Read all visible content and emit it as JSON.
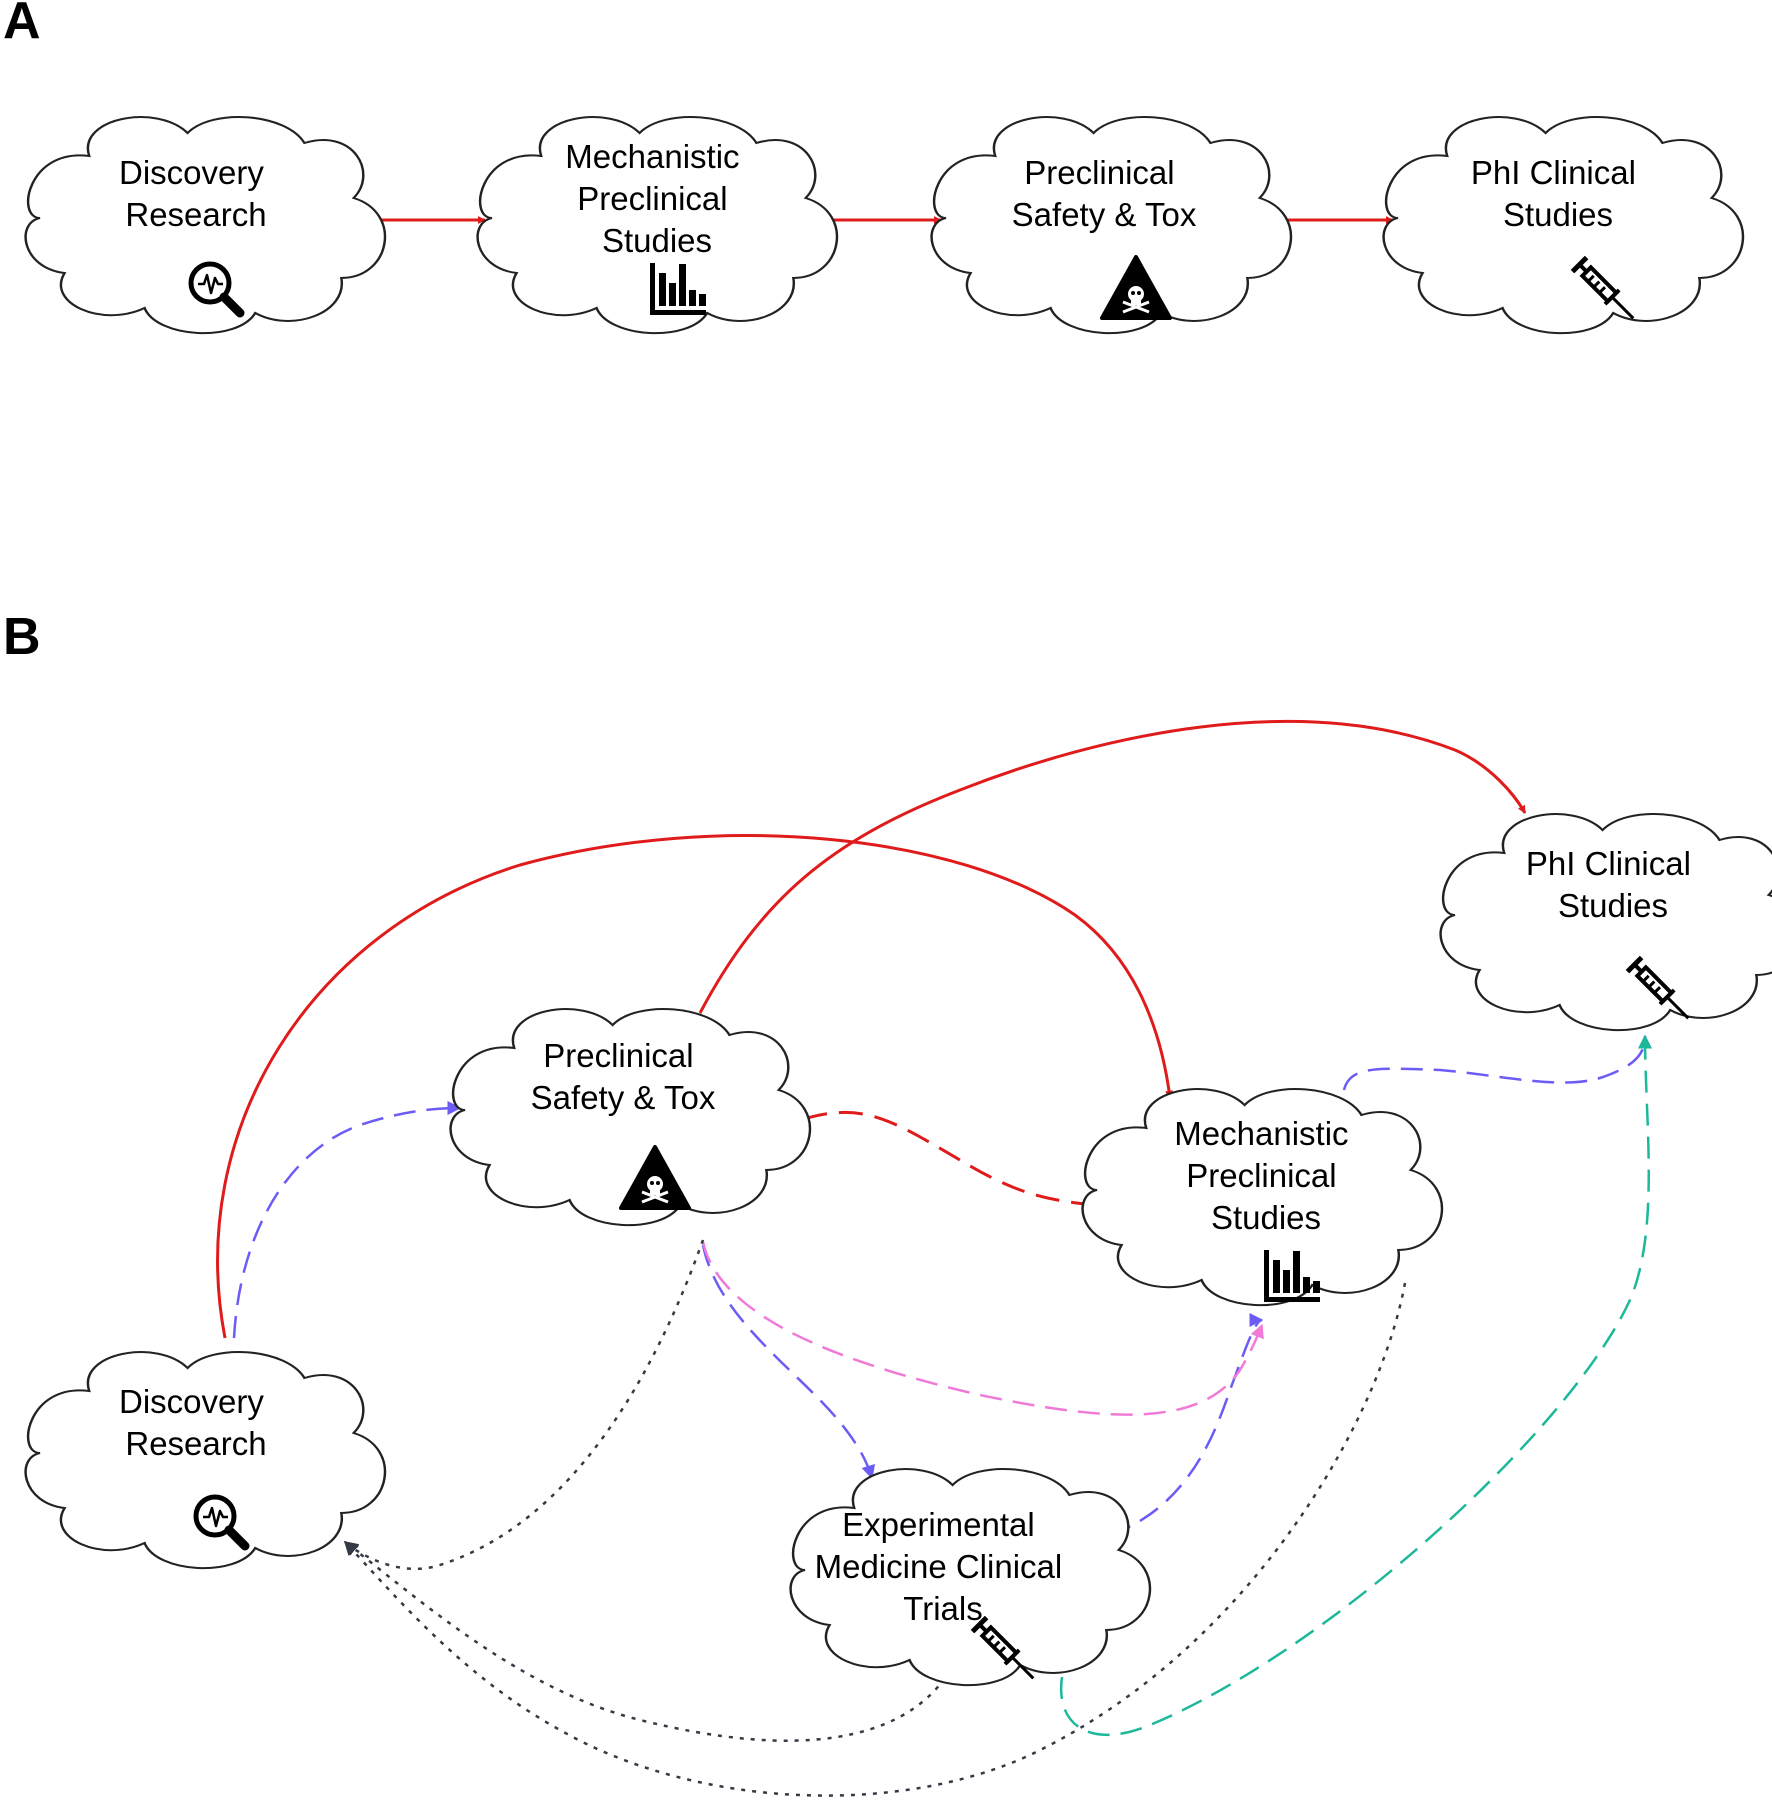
{
  "panels": [
    {
      "label": "A"
    },
    {
      "label": "B"
    }
  ],
  "colors": {
    "red": "#e01b1b",
    "purple": "#6a5cf5",
    "pink": "#f07ad8",
    "teal": "#1db89a",
    "dark": "#333a44"
  },
  "nodes": {
    "a_discovery": {
      "lines": [
        "Discovery",
        "Research"
      ],
      "icon": "magnifier-pulse-icon"
    },
    "a_mechanistic": {
      "lines": [
        "Mechanistic",
        "Preclinical",
        "Studies"
      ],
      "icon": "bar-chart-icon"
    },
    "a_safety": {
      "lines": [
        "Preclinical",
        "Safety & Tox"
      ],
      "icon": "toxic-warning-icon"
    },
    "a_phi": {
      "lines": [
        "PhI Clinical",
        "Studies"
      ],
      "icon": "syringe-icon"
    },
    "b_phi": {
      "lines": [
        "PhI Clinical",
        "Studies"
      ],
      "icon": "syringe-icon"
    },
    "b_safety": {
      "lines": [
        "Preclinical",
        "Safety & Tox"
      ],
      "icon": "toxic-warning-icon"
    },
    "b_mechanistic": {
      "lines": [
        "Mechanistic",
        "Preclinical",
        "Studies"
      ],
      "icon": "bar-chart-icon"
    },
    "b_discovery": {
      "lines": [
        "Discovery",
        "Research"
      ],
      "icon": "magnifier-pulse-icon"
    },
    "b_experimental": {
      "lines": [
        "Experimental",
        "Medicine Clinical",
        "Trials"
      ],
      "icon": "syringe-icon"
    }
  },
  "edges": [
    {
      "from": "a_discovery",
      "to": "a_mechanistic",
      "color": "red",
      "style": "solid"
    },
    {
      "from": "a_mechanistic",
      "to": "a_safety",
      "color": "red",
      "style": "solid"
    },
    {
      "from": "a_safety",
      "to": "a_phi",
      "color": "red",
      "style": "solid"
    },
    {
      "from": "b_discovery",
      "to": "b_mechanistic",
      "color": "red",
      "style": "solid"
    },
    {
      "from": "b_safety",
      "to": "b_phi",
      "color": "red",
      "style": "solid"
    },
    {
      "from": "b_mechanistic",
      "to": "b_safety",
      "color": "red",
      "style": "dashed"
    },
    {
      "from": "b_discovery",
      "to": "b_safety",
      "color": "purple",
      "style": "dashed"
    },
    {
      "from": "b_safety",
      "to": "b_experimental",
      "color": "purple",
      "style": "dashed"
    },
    {
      "from": "b_experimental",
      "to": "b_mechanistic",
      "color": "purple",
      "style": "dashed"
    },
    {
      "from": "b_mechanistic",
      "to": "b_phi",
      "color": "purple",
      "style": "dashed"
    },
    {
      "from": "b_safety",
      "to": "b_mechanistic",
      "color": "pink",
      "style": "dashed"
    },
    {
      "from": "b_experimental",
      "to": "b_phi",
      "color": "teal",
      "style": "dashed"
    },
    {
      "from": "b_safety",
      "to": "b_discovery",
      "color": "dark",
      "style": "dotted"
    },
    {
      "from": "b_experimental",
      "to": "b_discovery",
      "color": "dark",
      "style": "dotted"
    },
    {
      "from": "b_mechanistic",
      "to": "b_discovery",
      "color": "dark",
      "style": "dotted"
    }
  ]
}
